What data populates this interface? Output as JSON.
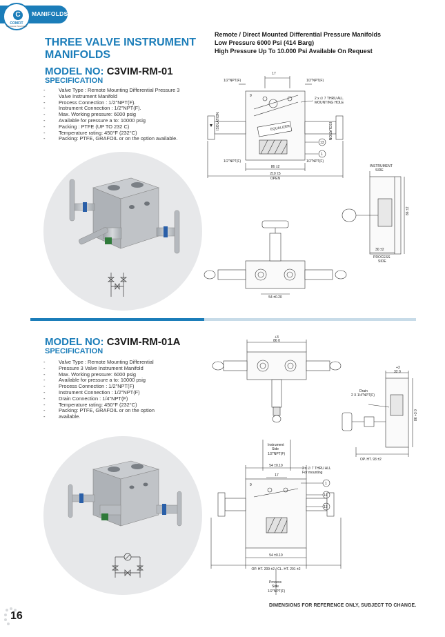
{
  "header": {
    "section": "MANIFOLDS",
    "logo_name": "COMFIT",
    "logo_tagline": "Compression Tube Fittings"
  },
  "title": [
    "THREE VALVE INSTRUMENT",
    "MANIFOLDS"
  ],
  "remote_lines": [
    "Remote / Direct Mounted Differential Pressure Manifolds",
    "Low Pressure 6000 Psi (414 Barg)",
    "High Pressure Up To 10.000 Psi Available On Request"
  ],
  "model1": {
    "model_prefix": "MODEL NO:",
    "model_code": "C3VIM-RM-01",
    "spec_heading": "SPECIFICATION",
    "specs": [
      "Valve Type : Remote Mounting Differential Pressure 3",
      "Valve Instrument Manifold",
      "Process Connection : 1/2\"NPT(F).",
      "Instrument Connection : 1/2\"NPT(F).",
      "Max. Working pressure: 6000 psig",
      "Available for pressure a to: 10000 psig",
      "Packing : PTFE (UP TO 232 C)",
      "Temperature rating: 450°F (232°C)",
      "Packing: PTFE, GRAFOIL or on the option available."
    ],
    "drawing": {
      "dim_17": "17",
      "npt_tl": "1/2\"NPT(F)",
      "npt_tr": "1/2\"NPT(F)",
      "npt_bl": "1/2\"NPT(F)",
      "npt_br": "1/2\"NPT(F)",
      "dim_9": "9",
      "holes_1": "2 x ∅ 7 THRU ALL",
      "holes_2": "MOUNTING HOLE",
      "equalizer": "EQUALIZER",
      "isolation_l": "ISOLATION",
      "isolation_r": "ISOLATION",
      "balloon_13": "13",
      "balloon_1": "1",
      "dim_86": "86 ±2",
      "dim_210": "210 ±5",
      "open": "OPEN",
      "instrument_side_1": "INSTRUMENT",
      "instrument_side_2": "SIDE",
      "dim_86_v": "86 ±2",
      "dim_30": "30 ±2",
      "process_side_1": "PROCESS",
      "process_side_2": "SIDE",
      "dim_54": "54 ±0.20"
    }
  },
  "model2": {
    "model_prefix": "MODEL NO:",
    "model_code": "C3VIM-RM-01A",
    "spec_heading": "SPECIFICATION",
    "specs": [
      "Valve Type : Remote Mounting Differential",
      "Pressure 3 Valve Instrument Manifold",
      "Max. Working pressure: 6000 psig",
      "Available for pressure a to: 10000 psig",
      "Process Connection : 1/2\"NPT(F)",
      "Instrument Connection : 1/2\"NPT(F)",
      "Drain Connection : 1/4\"NPT(F)",
      "Temperature rating: 450°F (232°C)",
      "Packing: PTFE, GRAFOIL or on the option",
      "available."
    ],
    "drawing": {
      "dim_86_sup": "+3",
      "dim_86": "86  0",
      "dim_32_sup": "+3",
      "dim_32": "32  0",
      "drain_1": "Drain",
      "drain_2": "2 X 1/4\"NPT(F)",
      "dim_86_v": "86 +3 0",
      "op_ht_93": "OP. HT. 93 ±2",
      "inst_side_1": "Instrument",
      "inst_side_2": "Side",
      "inst_npt": "1/2\"NPT(F)",
      "dim_54_top": "54 ±0.10",
      "dim_17": "17",
      "dim_9": "9",
      "holes_1": "2 x ∅ 7 THRU ALL",
      "holes_2": "For mounting",
      "balloon_1": "1",
      "balloon_14": "14",
      "balloon_13": "13",
      "dim_54_bot": "54 ±0.10",
      "op_ht_209": "OP. HT. 209 ±2 / CL. HT. 201 ±2",
      "proc_side_1": "Process",
      "proc_side_2": "Side",
      "proc_npt": "1/2\"NPT(F)"
    }
  },
  "footer": {
    "note": "DIMENSIONS FOR REFERENCE ONLY, SUBJECT TO CHANGE.",
    "page": "16"
  },
  "colors": {
    "brand_blue": "#1b7db9",
    "divider_grey": "#c7dbe8",
    "circle_grey": "#e7e8ea",
    "steel": "#b8bcc1"
  }
}
